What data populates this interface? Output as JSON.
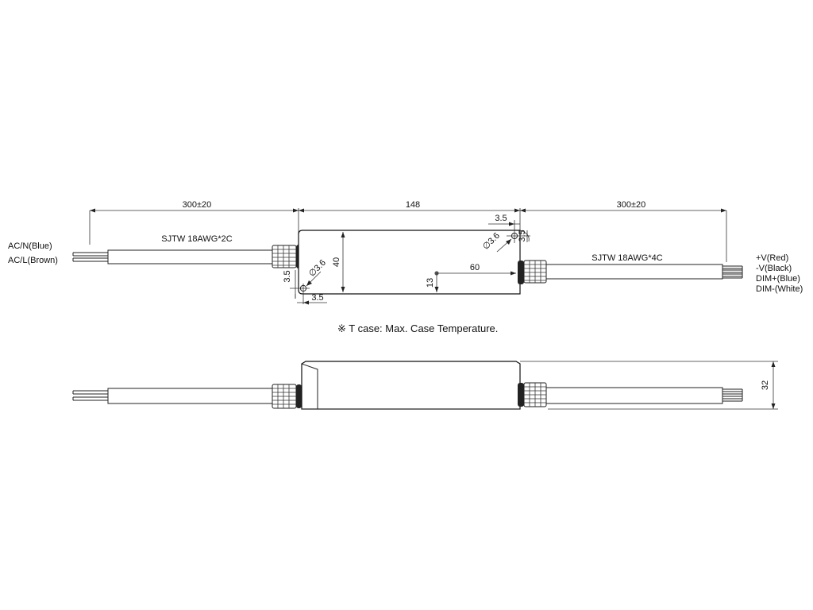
{
  "dimensions": {
    "left_cable_length": "300±20",
    "body_length": "148",
    "right_cable_length": "300±20",
    "body_height": "40",
    "hole_offset_bottom_h": "3.5",
    "hole_offset_bottom_v": "3.5",
    "hole_offset_top_h": "3.5",
    "hole_offset_top_v": "3.5",
    "hole_diameter_left": "∅3.6",
    "hole_diameter_right": "∅3.6",
    "tcase_x": "60",
    "tcase_y": "13",
    "body_thickness": "32"
  },
  "cables": {
    "input_spec": "SJTW  18AWG*2C",
    "output_spec": "SJTW  18AWG*4C"
  },
  "wires": {
    "input": [
      "AC/N(Blue)",
      "AC/L(Brown)"
    ],
    "output": [
      "+V(Red)",
      "-V(Black)",
      "DIM+(Blue)",
      "DIM-(White)"
    ]
  },
  "note": "※ T case: Max. Case Temperature.",
  "colors": {
    "line": "#222222",
    "tcase_marker": "#555555"
  }
}
